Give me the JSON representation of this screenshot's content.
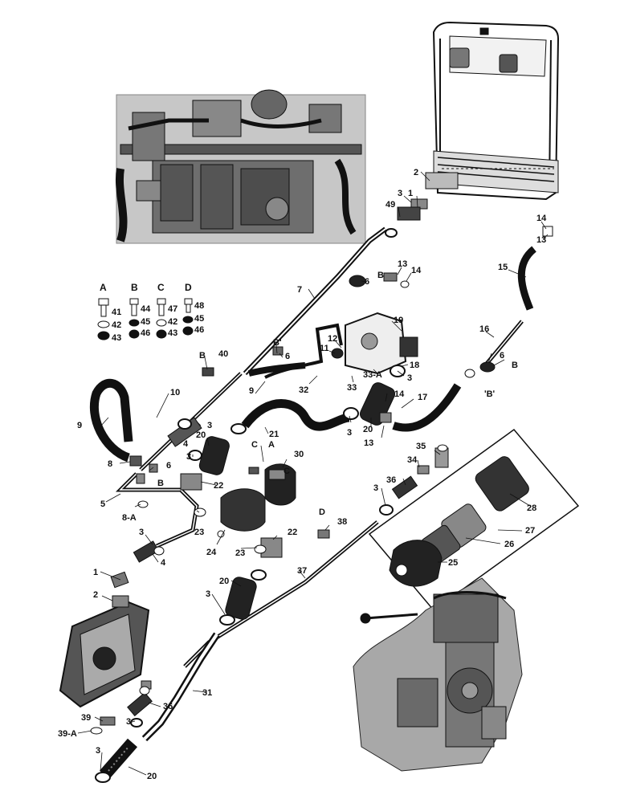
{
  "callouts": {
    "c1a": "1",
    "c2a": "2",
    "c3a": "3",
    "c49": "49",
    "c14a": "14",
    "c13a": "13",
    "c15": "15",
    "c7": "7",
    "c13b": "13",
    "c14b": "14",
    "c6a": "6",
    "cBa": "B",
    "c19": "19",
    "c16": "16",
    "c12": "12",
    "c11": "11",
    "cBb": "Bʹ",
    "c6b": "6",
    "c40": "40",
    "cBc": "B",
    "c6c": "6",
    "c18": "18",
    "c33a": "33-A",
    "c3b": "3",
    "c9a": "9",
    "c32": "32",
    "c33": "33",
    "c14c": "14",
    "c17": "17",
    "cBd": "ʹBʹ",
    "cBe": "B",
    "c10": "10",
    "c9b": "9",
    "c3c": "3",
    "c4a": "4",
    "c20a": "20",
    "c21": "21",
    "c3d": "3",
    "c20b": "20",
    "c13c": "13",
    "c3e": "3",
    "cCa": "C",
    "cAa": "A",
    "c30": "30",
    "cCb": "C",
    "c35": "35",
    "c34": "34",
    "c8": "8",
    "c6d": "6",
    "cBf": "B",
    "c22a": "22",
    "c36a": "36",
    "c3f": "3",
    "c5": "5",
    "c8A": "8-A",
    "c28": "28",
    "c23a": "23",
    "c24": "24",
    "c23b": "23",
    "c22b": "22",
    "cD": "D",
    "c38": "38",
    "c27": "27",
    "c26": "26",
    "c3g": "3",
    "c4b": "4",
    "c1b": "1",
    "c25": "25",
    "c37": "37",
    "c20c": "20",
    "c2b": "2",
    "c3h": "3",
    "c31": "31",
    "c36b": "36",
    "c39": "39",
    "c3i": "3",
    "c39A": "39-A",
    "c3j": "3",
    "c20d": "20"
  },
  "hardware_groups": {
    "A": {
      "letter": "A",
      "bolt": "41",
      "lock_washer": "42",
      "nut": "43"
    },
    "B": {
      "letter": "B",
      "bolt": "44",
      "lock_washer": "45",
      "nut": "46"
    },
    "C": {
      "letter": "C",
      "bolt": "47",
      "lock_washer": "42",
      "nut": "43"
    },
    "D": {
      "letter": "D",
      "bolt": "48",
      "lock_washer": "45",
      "nut": "46"
    }
  }
}
